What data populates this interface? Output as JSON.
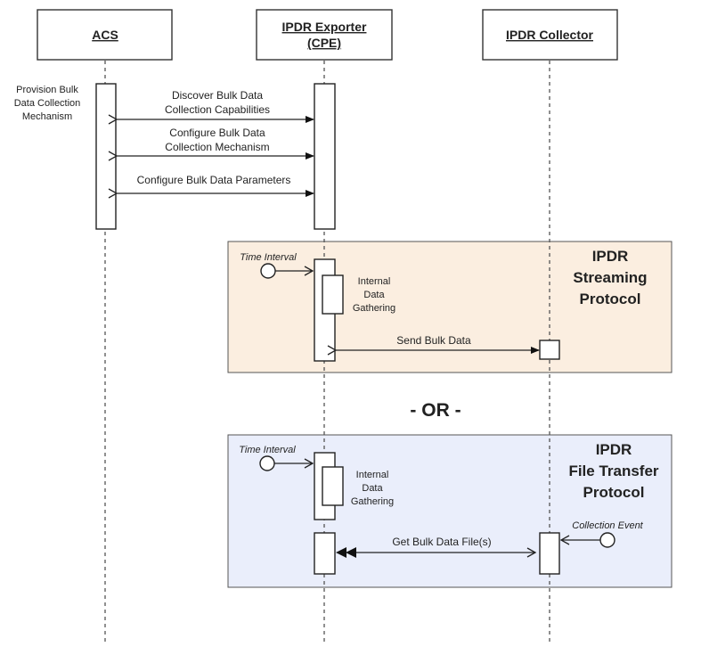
{
  "actors": {
    "acs": "ACS",
    "exporter_line1": "IPDR Exporter",
    "exporter_line2": "(CPE)",
    "collector": "IPDR Collector"
  },
  "provision_note": [
    "Provision Bulk",
    "Data Collection",
    "Mechanism"
  ],
  "messages": {
    "discover": [
      "Discover Bulk Data",
      "Collection Capabilities"
    ],
    "configure_mech": [
      "Configure Bulk Data",
      "Collection Mechanism"
    ],
    "configure_params": "Configure Bulk Data Parameters"
  },
  "streaming": {
    "title": [
      "IPDR",
      "Streaming",
      "Protocol"
    ],
    "time_interval": "Time Interval",
    "internal": [
      "Internal",
      "Data",
      "Gathering"
    ],
    "send": "Send Bulk Data",
    "bg_color": "#fbeee0"
  },
  "separator": "- OR -",
  "file_transfer": {
    "title": [
      "IPDR",
      "File Transfer",
      "Protocol"
    ],
    "time_interval": "Time Interval",
    "internal": [
      "Internal",
      "Data",
      "Gathering"
    ],
    "get": "Get Bulk Data File(s)",
    "collection_event": "Collection Event",
    "bg_color": "#eaeefb"
  }
}
